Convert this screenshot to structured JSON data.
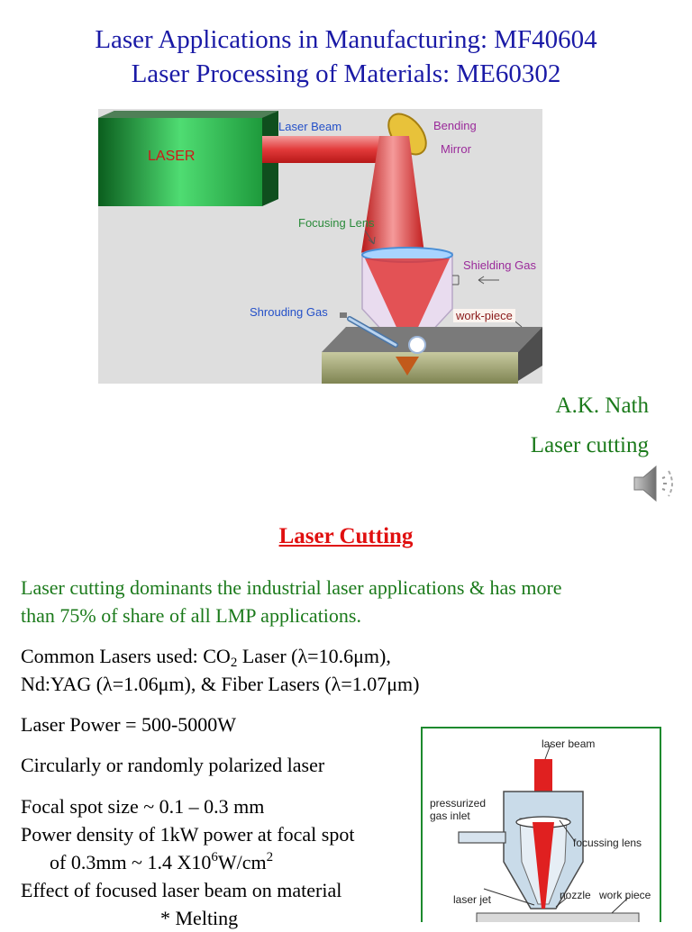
{
  "title": {
    "line1": "Laser Applications in Manufacturing: MF40604",
    "line2": "Laser Processing of Materials: ME60302"
  },
  "figure1": {
    "labels": {
      "laser": "LASER",
      "laser_beam": "Laser Beam",
      "bending": "Bending",
      "mirror": "Mirror",
      "focusing_lens": "Focusing Lens",
      "shielding_gas": "Shielding Gas",
      "shrouding_gas": "Shrouding Gas",
      "work_piece": "work-piece"
    }
  },
  "author": {
    "name": "A.K. Nath",
    "topic": "Laser cutting"
  },
  "speaker_icon": "speaker-icon",
  "section_heading": "Laser Cutting",
  "body": {
    "intro_line1": "Laser cutting dominants the industrial laser applications & has more",
    "intro_line2": "than 75% of share of all LMP applications.",
    "lasers_a": "Common Lasers used:  CO",
    "lasers_sub": "2",
    "lasers_b": " Laser (λ=10.6μm),",
    "lasers_line2": "Nd:YAG (λ=1.06μm), & Fiber Lasers (λ=1.07μm)",
    "power": "Laser Power = 500-5000W",
    "polarization": "Circularly or randomly  polarized laser",
    "spot_size": "Focal spot size ~ 0.1 – 0.3 mm",
    "density_line1": "Power density of 1kW power at focal spot",
    "density_a": "of  0.3mm ~ 1.4 X10",
    "density_exp": "6",
    "density_b": "W/cm",
    "density_exp2": "2",
    "effect": "Effect of focused laser beam on material",
    "melting": "* Melting"
  },
  "figure2": {
    "labels": {
      "laser_beam": "laser beam",
      "pressurized": "pressurized",
      "gas_inlet": "gas inlet",
      "focussing_lens": "focussing lens",
      "laser_jet": "laser jet",
      "nozzle": "nozzle",
      "work_piece": "work piece"
    }
  },
  "colors": {
    "title": "#1a1aa6",
    "green": "#1b7a1b",
    "heading": "#e01010"
  }
}
